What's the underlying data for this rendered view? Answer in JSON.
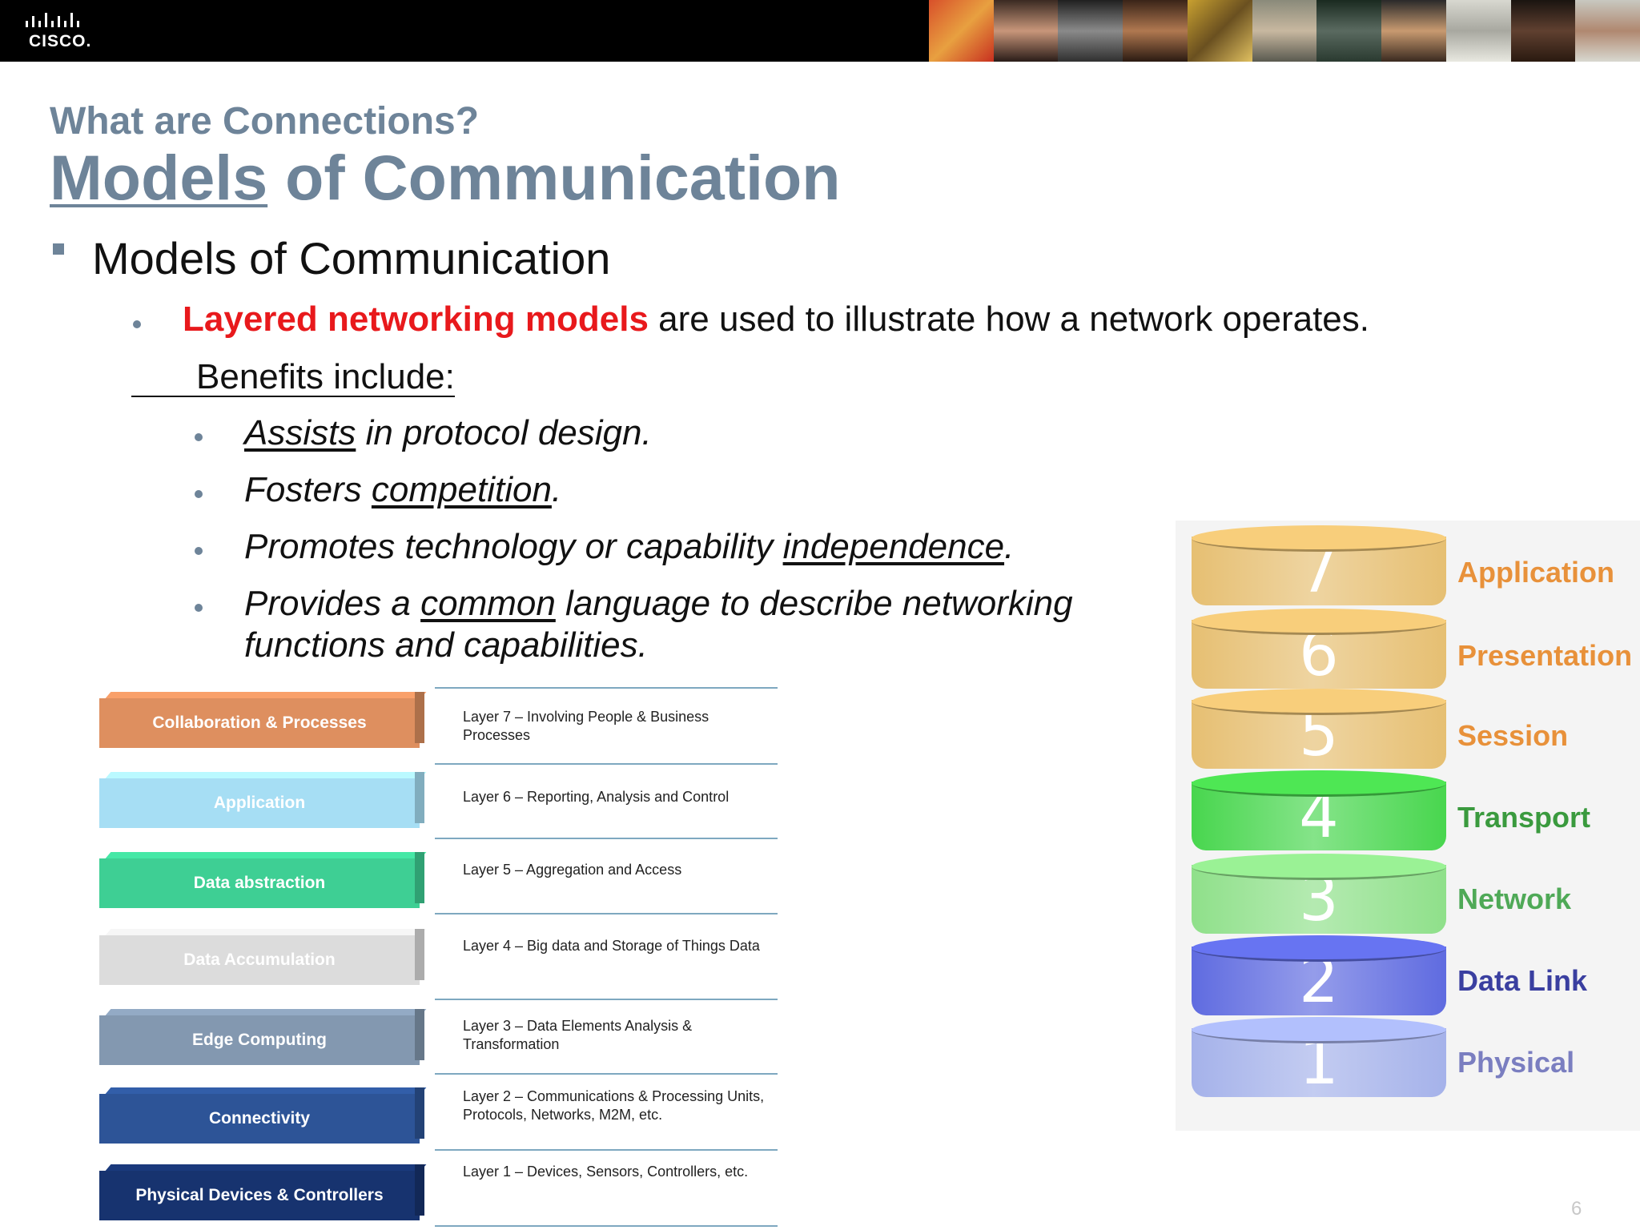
{
  "header": {
    "logo_text": "CISCO."
  },
  "slide": {
    "subtitle": "What are Connections?",
    "title_part1": "Models",
    "title_part2": " of Communication",
    "bullet1": "Models of Communication",
    "l2_red": "Layered networking models",
    "l2_rest": " are used to illustrate how a network operates.",
    "benefits": "Benefits include:",
    "b1_u": "Assists",
    "b1_rest": " in protocol design.",
    "b2_pre": "Fosters ",
    "b2_u": "competition",
    "b2_post": ".",
    "b3_pre": "Promotes technology or capability ",
    "b3_u": "independence",
    "b3_post": ".",
    "b4_pre": "Provides a ",
    "b4_u": "common",
    "b4_post": " language to describe networking",
    "b4_line2": "functions and capabilities.",
    "page_number": "6"
  },
  "iot_stack": {
    "blocks": [
      {
        "label": "Collaboration & Processes",
        "color": "#de8f5f"
      },
      {
        "label": "Application",
        "color": "#a6def4"
      },
      {
        "label": "Data abstraction",
        "color": "#3ecf94"
      },
      {
        "label": "Data Accumulation",
        "color": "#dcdcdc"
      },
      {
        "label": "Edge Computing",
        "color": "#8398b0"
      },
      {
        "label": "Connectivity",
        "color": "#2d5497"
      },
      {
        "label": "Physical Devices & Controllers",
        "color": "#17336f"
      }
    ],
    "descriptions": [
      "Layer 7 – Involving People & Business Processes",
      "Layer 6 – Reporting, Analysis and Control",
      "Layer 5 – Aggregation and Access",
      "Layer 4 – Big data and Storage of Things Data",
      "Layer 3 – Data Elements Analysis & Transformation",
      "Layer 2 – Communications & Processing Units, Protocols, Networks, M2M, etc.",
      "Layer 1 – Devices, Sensors, Controllers, etc."
    ]
  },
  "osi_stack": {
    "layers": [
      {
        "number": "7",
        "name": "Application",
        "color": "#e6bf72",
        "label_color": "#e8913a"
      },
      {
        "number": "6",
        "name": "Presentation",
        "color": "#e6bf72",
        "label_color": "#e8913a"
      },
      {
        "number": "5",
        "name": "Session",
        "color": "#e6bf72",
        "label_color": "#e8913a"
      },
      {
        "number": "4",
        "name": "Transport",
        "color": "#48d64e",
        "label_color": "#3a9a3e"
      },
      {
        "number": "3",
        "name": "Network",
        "color": "#8fe08a",
        "label_color": "#4fa957"
      },
      {
        "number": "2",
        "name": "Data Link",
        "color": "#5f6be0",
        "label_color": "#3a3fa0"
      },
      {
        "number": "1",
        "name": "Physical",
        "color": "#a5b2ea",
        "label_color": "#7a7ec0"
      }
    ]
  }
}
